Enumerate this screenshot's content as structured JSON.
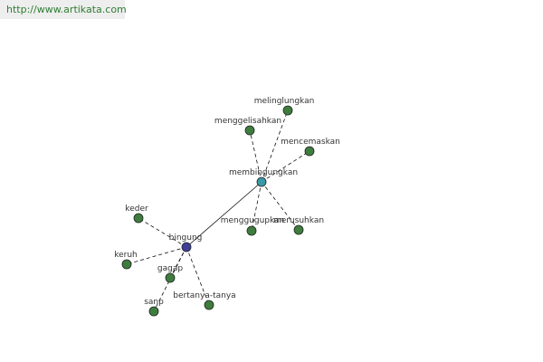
{
  "banner": {
    "url": "http://www.artikata.com"
  },
  "colors": {
    "center_node": "#3f3f9a",
    "hub_node": "#3a9aa6",
    "leaf_node": "#3e7d3e",
    "node_stroke": "#222222",
    "edge": "#111111",
    "label": "#333333"
  },
  "graph": {
    "nodes": [
      {
        "id": "bingung",
        "label": "bingung",
        "kind": "center"
      },
      {
        "id": "membingungkan",
        "label": "membingungkan",
        "kind": "hub"
      },
      {
        "id": "melinglungkan",
        "label": "melinglungkan",
        "kind": "leaf"
      },
      {
        "id": "menggelisahkan",
        "label": "menggelisahkan",
        "kind": "leaf"
      },
      {
        "id": "mencemaskan",
        "label": "mencemaskan",
        "kind": "leaf"
      },
      {
        "id": "menggugupkan",
        "label": "menggugupkan",
        "kind": "leaf"
      },
      {
        "id": "merusuhkan",
        "label": "merusuhkan",
        "kind": "leaf"
      },
      {
        "id": "keder",
        "label": "keder",
        "kind": "leaf"
      },
      {
        "id": "keruh",
        "label": "keruh",
        "kind": "leaf"
      },
      {
        "id": "gagap",
        "label": "gagap",
        "kind": "leaf"
      },
      {
        "id": "sanp",
        "label": "sanp",
        "kind": "leaf"
      },
      {
        "id": "bertanya-tanya",
        "label": "bertanya-tanya",
        "kind": "leaf"
      }
    ],
    "edges": [
      {
        "from": "bingung",
        "to": "membingungkan",
        "style": "solid"
      },
      {
        "from": "membingungkan",
        "to": "melinglungkan",
        "style": "dashed"
      },
      {
        "from": "membingungkan",
        "to": "menggelisahkan",
        "style": "dashed"
      },
      {
        "from": "membingungkan",
        "to": "mencemaskan",
        "style": "dashed"
      },
      {
        "from": "membingungkan",
        "to": "menggugupkan",
        "style": "dashed"
      },
      {
        "from": "membingungkan",
        "to": "merusuhkan",
        "style": "dashed"
      },
      {
        "from": "bingung",
        "to": "keder",
        "style": "dashed"
      },
      {
        "from": "bingung",
        "to": "keruh",
        "style": "dashed"
      },
      {
        "from": "bingung",
        "to": "gagap",
        "style": "dashed"
      },
      {
        "from": "bingung",
        "to": "sanp",
        "style": "dashed"
      },
      {
        "from": "bingung",
        "to": "bertanya-tanya",
        "style": "dashed"
      }
    ]
  }
}
